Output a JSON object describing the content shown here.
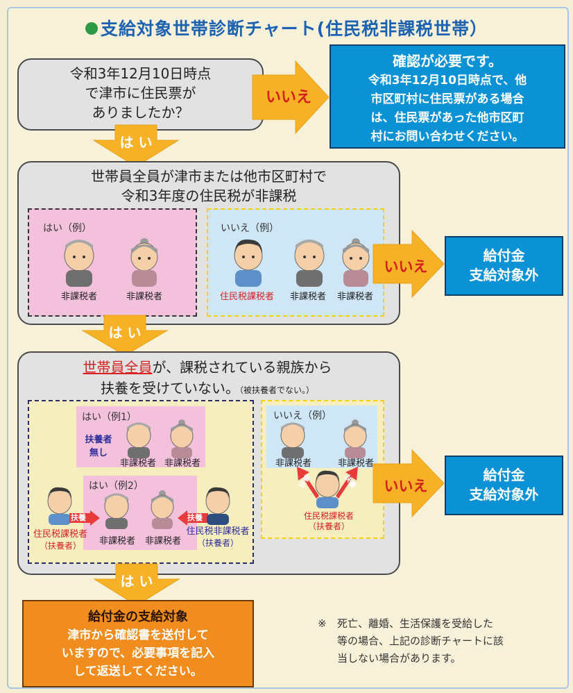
{
  "title": "支給対象世帯診断チャート(住民税非課税世帯）",
  "colors": {
    "title": "#1c62b1",
    "blue_box": "#0b92d5",
    "orange_box": "#f08d1e",
    "arrow": "#f6b127",
    "arrow_text": "#d41f1f",
    "pink": "#f4c1dd",
    "lightblue": "#cfe6f7"
  },
  "q1": {
    "line1": "令和3年12月10日時点",
    "line2": "で津市に住民票が",
    "line3": "ありましたか？"
  },
  "no_label": "いいえ",
  "yes_label": "は い",
  "confirm": {
    "head": "確認が必要です。",
    "line1": "令和3年12月10日時点で、他",
    "line2": "市区町村に住民票がある場合",
    "line3": "は、住民票があった他市区町",
    "line4": "村にお問い合わせください。"
  },
  "q2": {
    "line1": "世帯員全員が津市または他市区町村で",
    "line2": "令和3年度の住民税が非課税"
  },
  "q2_yes_example": {
    "label": "はい（例）",
    "cap1": "非課税者",
    "cap2": "非課税者"
  },
  "q2_no_example": {
    "label": "いいえ（例）",
    "cap1": "住民税課税者",
    "cap2": "非課税者",
    "cap3": "非課税者"
  },
  "result_not_eligible": {
    "line1": "給付金",
    "line2": "支給対象外"
  },
  "q3": {
    "emph": "世帯員全員",
    "line1_rest": "が、課税されている親族から",
    "line2": "扶養を受けていない。",
    "paren": "（被扶養者でない。）"
  },
  "q3_yes_ex1": {
    "label": "はい（例1）",
    "nosupport1": "扶養者",
    "nosupport2": "無し",
    "cap1": "非課税者",
    "cap2": "非課税者"
  },
  "q3_yes_ex2": {
    "label": "はい（例2）",
    "cap1": "非課税者",
    "cap2": "非課税者",
    "left1": "住民税課税者",
    "left2": "（扶養者）",
    "right1": "住民税非課税者",
    "right2": "（扶養者）",
    "support": "扶養"
  },
  "q3_no_example": {
    "label": "いいえ（例）",
    "cap1": "非課税者",
    "cap2": "非課税者",
    "supp1": "住民税課税者",
    "supp2": "（扶養者）",
    "support": "扶養"
  },
  "result_eligible": {
    "head": "給付金の支給対象",
    "line1": "津市から確認書を送付して",
    "line2": "いますので、必要事項を記入",
    "line3": "して返送してください。"
  },
  "footnote": {
    "mark": "※",
    "line1": "死亡、離婚、生活保護を受給した",
    "line2": "等の場合、上記の診断チャートに該",
    "line3": "当しない場合があります。"
  }
}
